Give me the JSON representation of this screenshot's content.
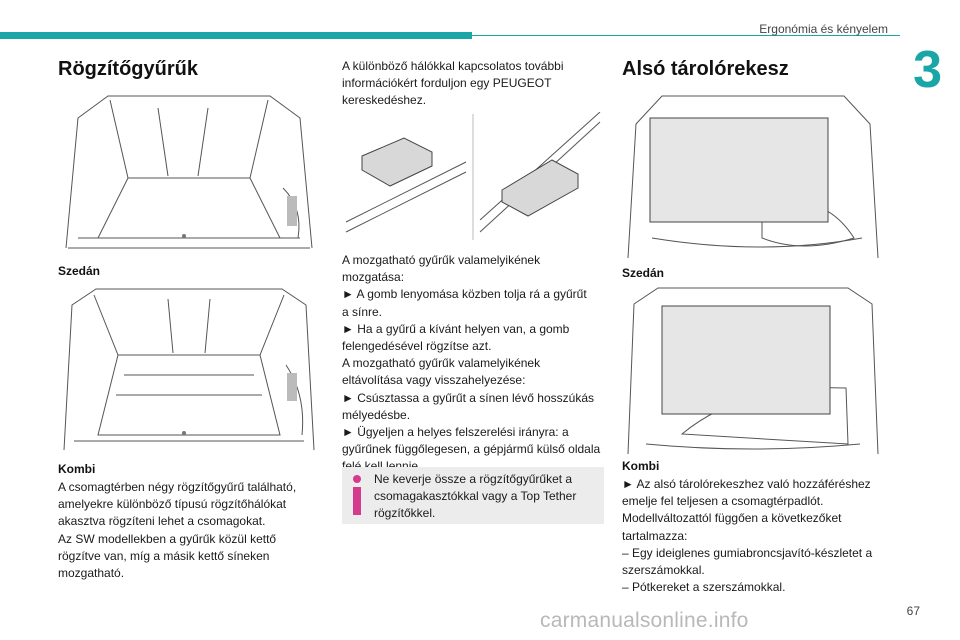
{
  "header": {
    "section_title": "Ergonómia és kényelem",
    "chapter_number": "3",
    "accent_color": "#1aa6a6"
  },
  "page_number": "67",
  "left": {
    "title": "Rögzítőgyűrűk",
    "caption_sedan": "Szedán",
    "caption_kombi": "Kombi",
    "body": [
      "A csomagtérben négy rögzítőgyűrű található,",
      "amelyekre különböző típusú rögzítőhálókat",
      "akasztva rögzíteni lehet a csomagokat.",
      "Az SW modellekben a gyűrűk közül kettő",
      "rögzítve van, míg a másik kettő síneken",
      "mozgatható."
    ]
  },
  "middle": {
    "intro": [
      "A különböző hálókkal kapcsolatos további",
      "információkért forduljon egy PEUGEOT",
      "kereskedéshez."
    ],
    "instructions": [
      "A mozgatható gyűrűk valamelyikének",
      "mozgatása:",
      "► A gomb lenyomása közben tolja rá a gyűrűt",
      "a sínre.",
      "► Ha a gyűrű a kívánt helyen van, a gomb",
      "felengedésével rögzítse azt.",
      "A mozgatható gyűrűk valamelyikének",
      "eltávolítása vagy visszahelyezése:",
      "► Csúsztassa a gyűrűt a sínen lévő hosszúkás",
      "mélyedésbe.",
      "► Ügyeljen a helyes felszerelési irányra: a",
      "gyűrűnek függőlegesen, a gépjármű külső oldala",
      "felé kell lennie."
    ],
    "note": {
      "icon": "info-icon",
      "lines": [
        "Ne keverje össze a rögzítőgyűrűket a",
        "csomagakasztókkal vagy a Top Tether",
        "rögzítőkkel."
      ]
    }
  },
  "right": {
    "title": "Alsó tárolórekesz",
    "caption_sedan": "Szedán",
    "caption_kombi": "Kombi",
    "body": [
      "► Az alsó tárolórekeszhez való hozzáféréshez",
      "emelje fel teljesen a csomagtérpadlót.",
      "Modellváltozattól függően a következőket",
      "tartalmazza:",
      "– Egy ideiglenes gumiabroncsjavító-készletet a",
      "szerszámokkal.",
      "– Pótkereket a szerszámokkal."
    ]
  },
  "watermark": "carmanualsonline.info",
  "colors": {
    "ok": "#6cbf2a",
    "forbidden": "#e0342c",
    "arrow": "#1aa6a6"
  }
}
